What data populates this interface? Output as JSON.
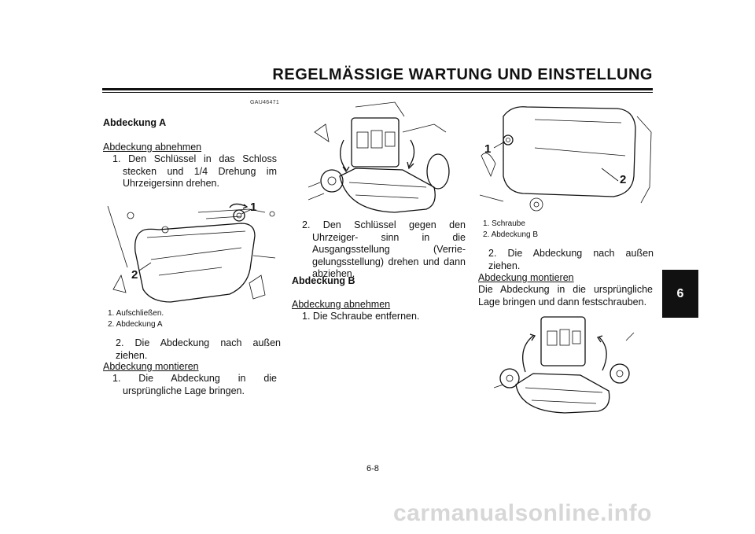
{
  "header": {
    "title": "REGELMÄSSIGE WARTUNG UND EINSTELLUNG"
  },
  "side_tab": "6",
  "page_number": "6-8",
  "watermark": "carmanualsonline.info",
  "col1": {
    "code": "GAU46471",
    "heading": "Abdeckung A",
    "remove_title": "Abdeckung abnehmen",
    "step1": "1. Den Schlüssel in das Schloss stecken und 1/4 Drehung im Uhrzeigersinn drehen.",
    "figure_labels": [
      "1",
      "2"
    ],
    "captions": [
      "1. Aufschließen.",
      "2. Abdeckung A"
    ],
    "step2": "2. Die Abdeckung nach außen ziehen.",
    "install_title": "Abdeckung montieren",
    "install_step1": "1. Die Abdeckung in die ursprüngliche Lage bringen."
  },
  "col2": {
    "step2": "2. Den Schlüssel gegen den Uhrzeiger- sinn in die Ausgangsstellung (Verrie- gelungsstellung) drehen und dann abziehen.",
    "heading": "Abdeckung B",
    "remove_title": "Abdeckung abnehmen",
    "step1": "1. Die Schraube entfernen."
  },
  "col3": {
    "figure_labels": [
      "1",
      "2"
    ],
    "captions": [
      "1. Schraube",
      "2. Abdeckung B"
    ],
    "step2": "2. Die Abdeckung nach außen ziehen.",
    "install_title": "Abdeckung montieren",
    "install_text": "Die Abdeckung in die ursprüngliche Lage bringen und dann festschrauben."
  }
}
